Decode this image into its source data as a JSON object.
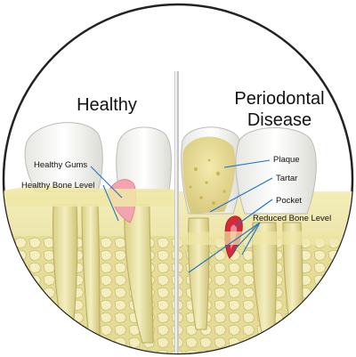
{
  "panels": {
    "left_title": "Healthy",
    "right_title_line1": "Periodontal",
    "right_title_line2": "Disease"
  },
  "labels": {
    "healthy_gums": "Healthy Gums",
    "healthy_bone_level": "Healthy Bone Level",
    "plaque": "Plaque",
    "tartar": "Tartar",
    "pocket": "Pocket",
    "reduced_bone_level": "Reduced Bone Level"
  },
  "colors": {
    "pointer_line": "#1a73c9",
    "gum_healthy": "#f4a3b0",
    "gum_inflamed": "#d42a3a",
    "bone": "#e9e3a2",
    "enamel": "#f7f7f5",
    "plaque": "#e9dc8f"
  }
}
